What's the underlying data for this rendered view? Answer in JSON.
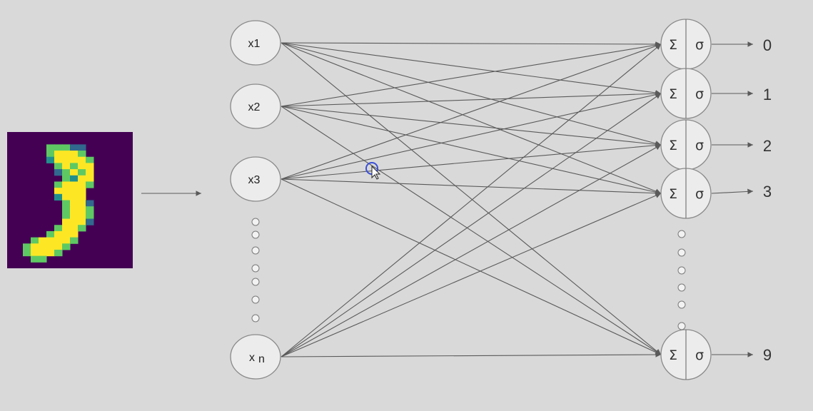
{
  "input_image": {
    "description_icon": "mnist-digit-image",
    "pixels": [
      "0000000000000000",
      "0000000000000000",
      "0000055521000000",
      "0000059995000000",
      "0000049999500000",
      "0000005959900000",
      "0000001595900000",
      "0000000539900000",
      "0000005999500000",
      "0000009999000000",
      "0000003999000000",
      "0000000699200000",
      "0000000599500000",
      "0000000599500000",
      "0000000999200000",
      "0000005995000000",
      "0000059990000000",
      "0006999950000000",
      "0059999500000000",
      "0059995000000000",
      "0005500000000000",
      "0000000000000000"
    ],
    "colors": {
      "bg": "#440154",
      "low": "#21908d",
      "mid": "#5ec962",
      "high": "#fde725"
    }
  },
  "inputs": [
    {
      "label": "x1",
      "sub": ""
    },
    {
      "label": "x2",
      "sub": ""
    },
    {
      "label": "x3",
      "sub": ""
    },
    {
      "label": "x",
      "sub": "n"
    }
  ],
  "outputs": [
    {
      "label": "0",
      "sum": "Σ",
      "act": "σ"
    },
    {
      "label": "1",
      "sum": "Σ",
      "act": "σ"
    },
    {
      "label": "2",
      "sum": "Σ",
      "act": "σ"
    },
    {
      "label": "3",
      "sum": "Σ",
      "act": "σ"
    },
    {
      "label": "9",
      "sum": "Σ",
      "act": "σ"
    }
  ],
  "input_ellipsis_count": 7,
  "output_ellipsis_count": 6,
  "cursor": {
    "icon": "mouse-pointer-icon",
    "highlight_color": "#3a4fd8"
  },
  "colors": {
    "background": "#d9d9d9",
    "edge": "#5a5a5a",
    "node_fill": "#ececec"
  }
}
